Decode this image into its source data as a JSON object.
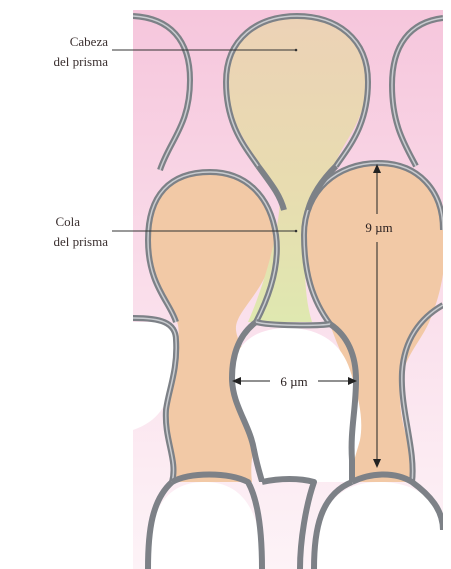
{
  "labels": {
    "head_line1": "Cabeza",
    "head_line2": "del prisma",
    "tail_line1": "Cola",
    "tail_line2": "del prisma"
  },
  "measurements": {
    "height": "9 µm",
    "width": "6 µm"
  },
  "colors": {
    "background_top": "#f6c6dc",
    "background_bottom": "#fdf3f7",
    "highlight_prism": "#ecd9b0",
    "highlight_prism_neck": "#e0e8b4",
    "prism_fill": "#f2c9a6",
    "white_prism": "#ffffff",
    "wall": "#7d8187"
  }
}
